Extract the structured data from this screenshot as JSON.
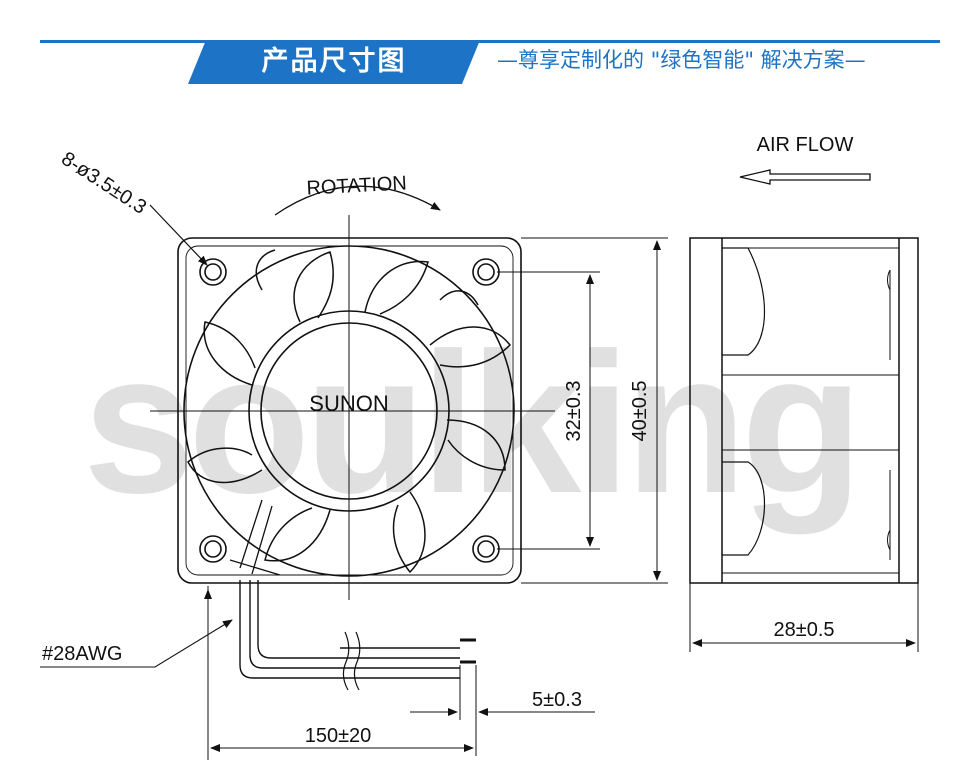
{
  "banner": {
    "title": "产品尺寸图",
    "subtitle": "—尊享定制化的 \"绿色智能\" 解决方案—"
  },
  "watermark": "soulking",
  "colors": {
    "accent": "#1d74c6",
    "line": "#111111",
    "watermark": "#d9d9d9"
  },
  "drawing": {
    "brand": "SUNON",
    "rotation_label": "ROTATION",
    "airflow_label": "AIR FLOW",
    "hole_spec": "8-ø3.5±0.3",
    "wire_spec": "#28AWG",
    "dim_hole_spacing": "32±0.3",
    "dim_frame_size": "40±0.5",
    "dim_depth": "28±0.5",
    "dim_strip": "5±0.3",
    "dim_lead": "150±20"
  }
}
